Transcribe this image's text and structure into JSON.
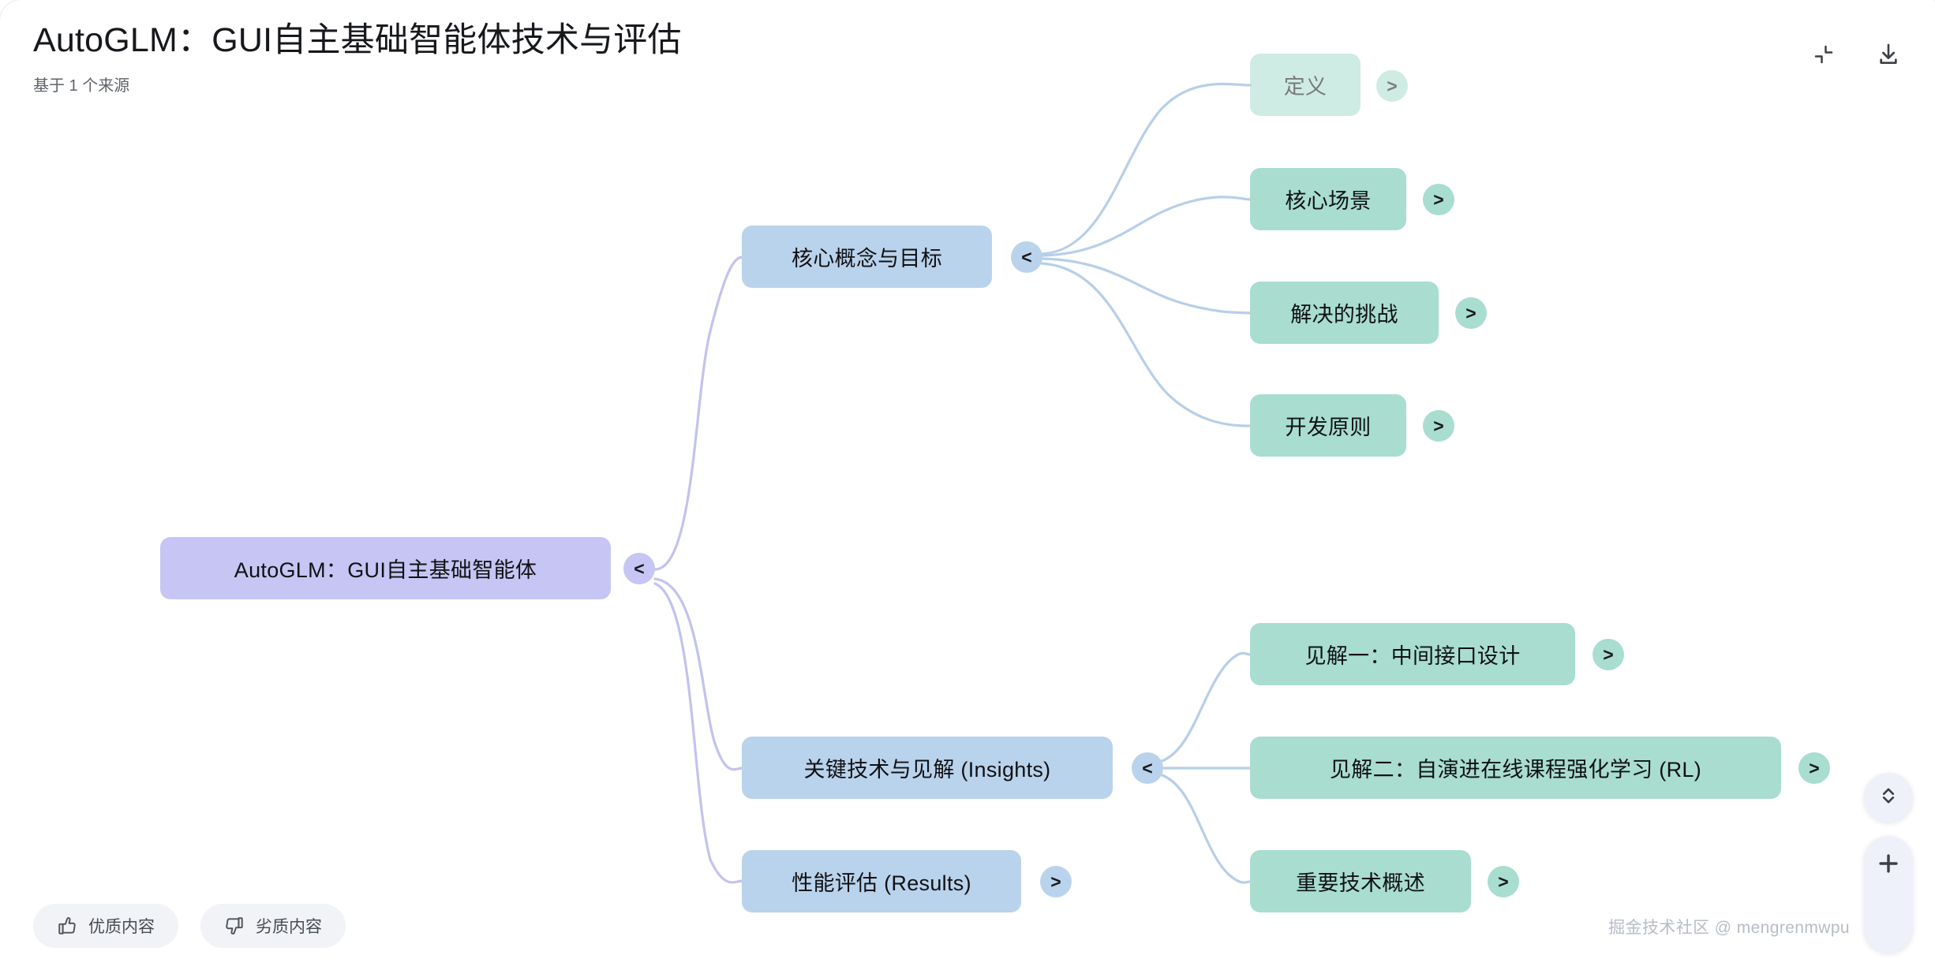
{
  "header": {
    "title": "AutoGLM：GUI自主基础智能体技术与评估",
    "subtitle": "基于 1 个来源",
    "collapse_icon": "collapse-corners-icon",
    "download_icon": "download-icon"
  },
  "mindmap": {
    "root": {
      "label": "AutoGLM：GUI自主基础智能体",
      "toggle": "<",
      "color": "#c6c5f4"
    },
    "branches": [
      {
        "label": "核心概念与目标",
        "toggle": "<",
        "color": "#bad3ec",
        "children": [
          {
            "label": "定义",
            "toggle": ">",
            "color": "#a8ddcf",
            "faded": true
          },
          {
            "label": "核心场景",
            "toggle": ">",
            "color": "#a8ddcf",
            "faded": false
          },
          {
            "label": "解决的挑战",
            "toggle": ">",
            "color": "#a8ddcf",
            "faded": false
          },
          {
            "label": "开发原则",
            "toggle": ">",
            "color": "#a8ddcf",
            "faded": false
          }
        ]
      },
      {
        "label": "关键技术与见解 (Insights)",
        "toggle": "<",
        "color": "#bad3ec",
        "children": [
          {
            "label": "见解一：中间接口设计",
            "toggle": ">",
            "color": "#a8ddcf",
            "faded": false
          },
          {
            "label": "见解二：自演进在线课程强化学习 (RL)",
            "toggle": ">",
            "color": "#a8ddcf",
            "faded": false
          },
          {
            "label": "重要技术概述",
            "toggle": ">",
            "color": "#a8ddcf",
            "faded": false
          }
        ]
      },
      {
        "label": "性能评估 (Results)",
        "toggle": ">",
        "color": "#bad3ec",
        "children": []
      }
    ]
  },
  "feedback": {
    "positive_label": "优质内容",
    "positive_icon": "thumbs-up-icon",
    "negative_label": "劣质内容",
    "negative_icon": "thumbs-down-icon"
  },
  "controls": {
    "expand_icon": "chevron-up-down-icon",
    "zoom_in_icon": "plus-icon"
  },
  "watermark": "掘金技术社区 @ mengrenmwpu"
}
